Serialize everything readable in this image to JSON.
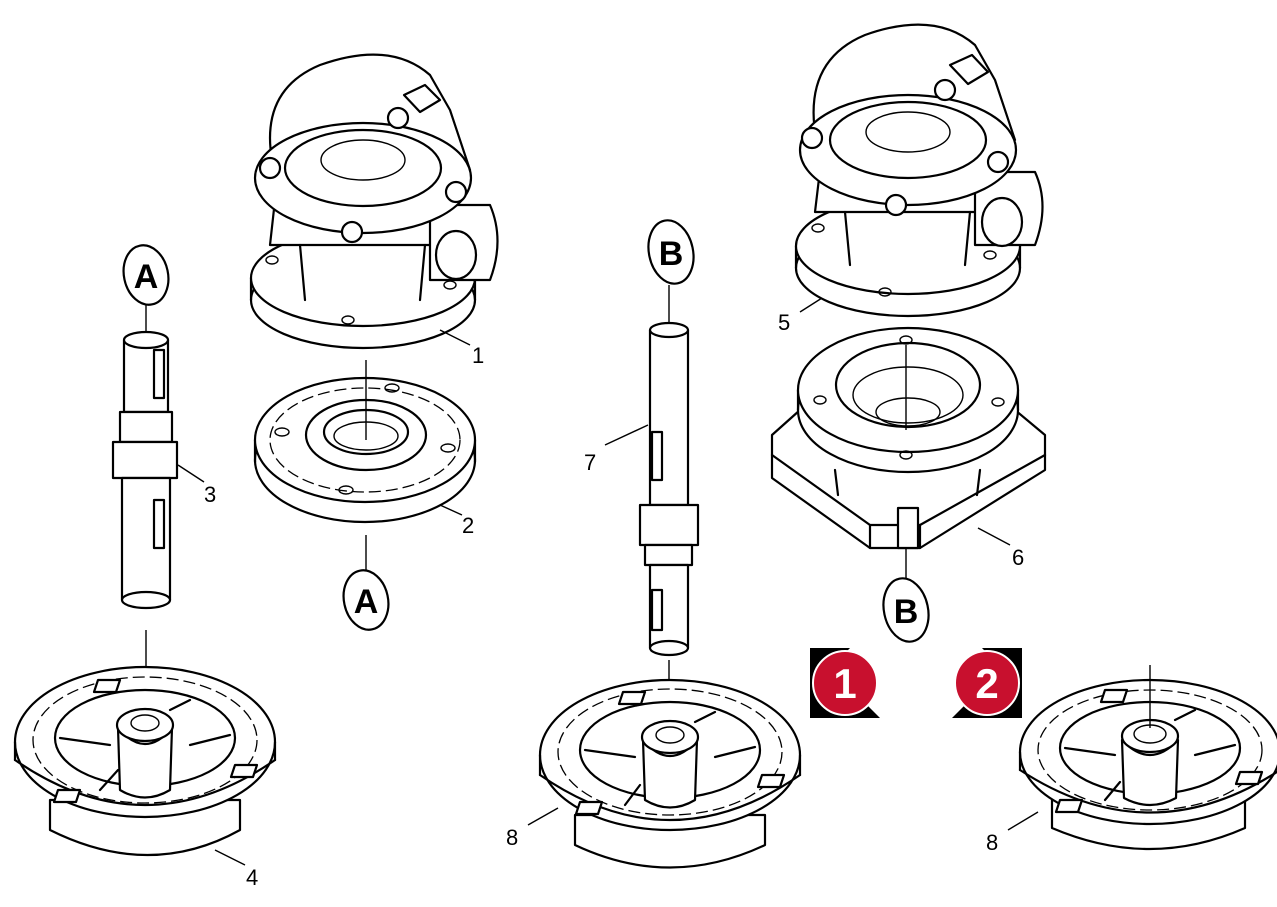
{
  "part_numbers": {
    "p1": "1",
    "p2": "2",
    "p3": "3",
    "p4": "4",
    "p5": "5",
    "p6": "6",
    "p7": "7",
    "p8a": "8",
    "p8b": "8"
  },
  "reference_marks": {
    "a_top": "A",
    "a_bottom": "A",
    "b_top": "B",
    "b_bottom": "B"
  },
  "steps": [
    {
      "label": "1"
    },
    {
      "label": "2"
    }
  ],
  "colors": {
    "step_badge": "#c8102e",
    "line": "#000000",
    "background": "#ffffff"
  }
}
